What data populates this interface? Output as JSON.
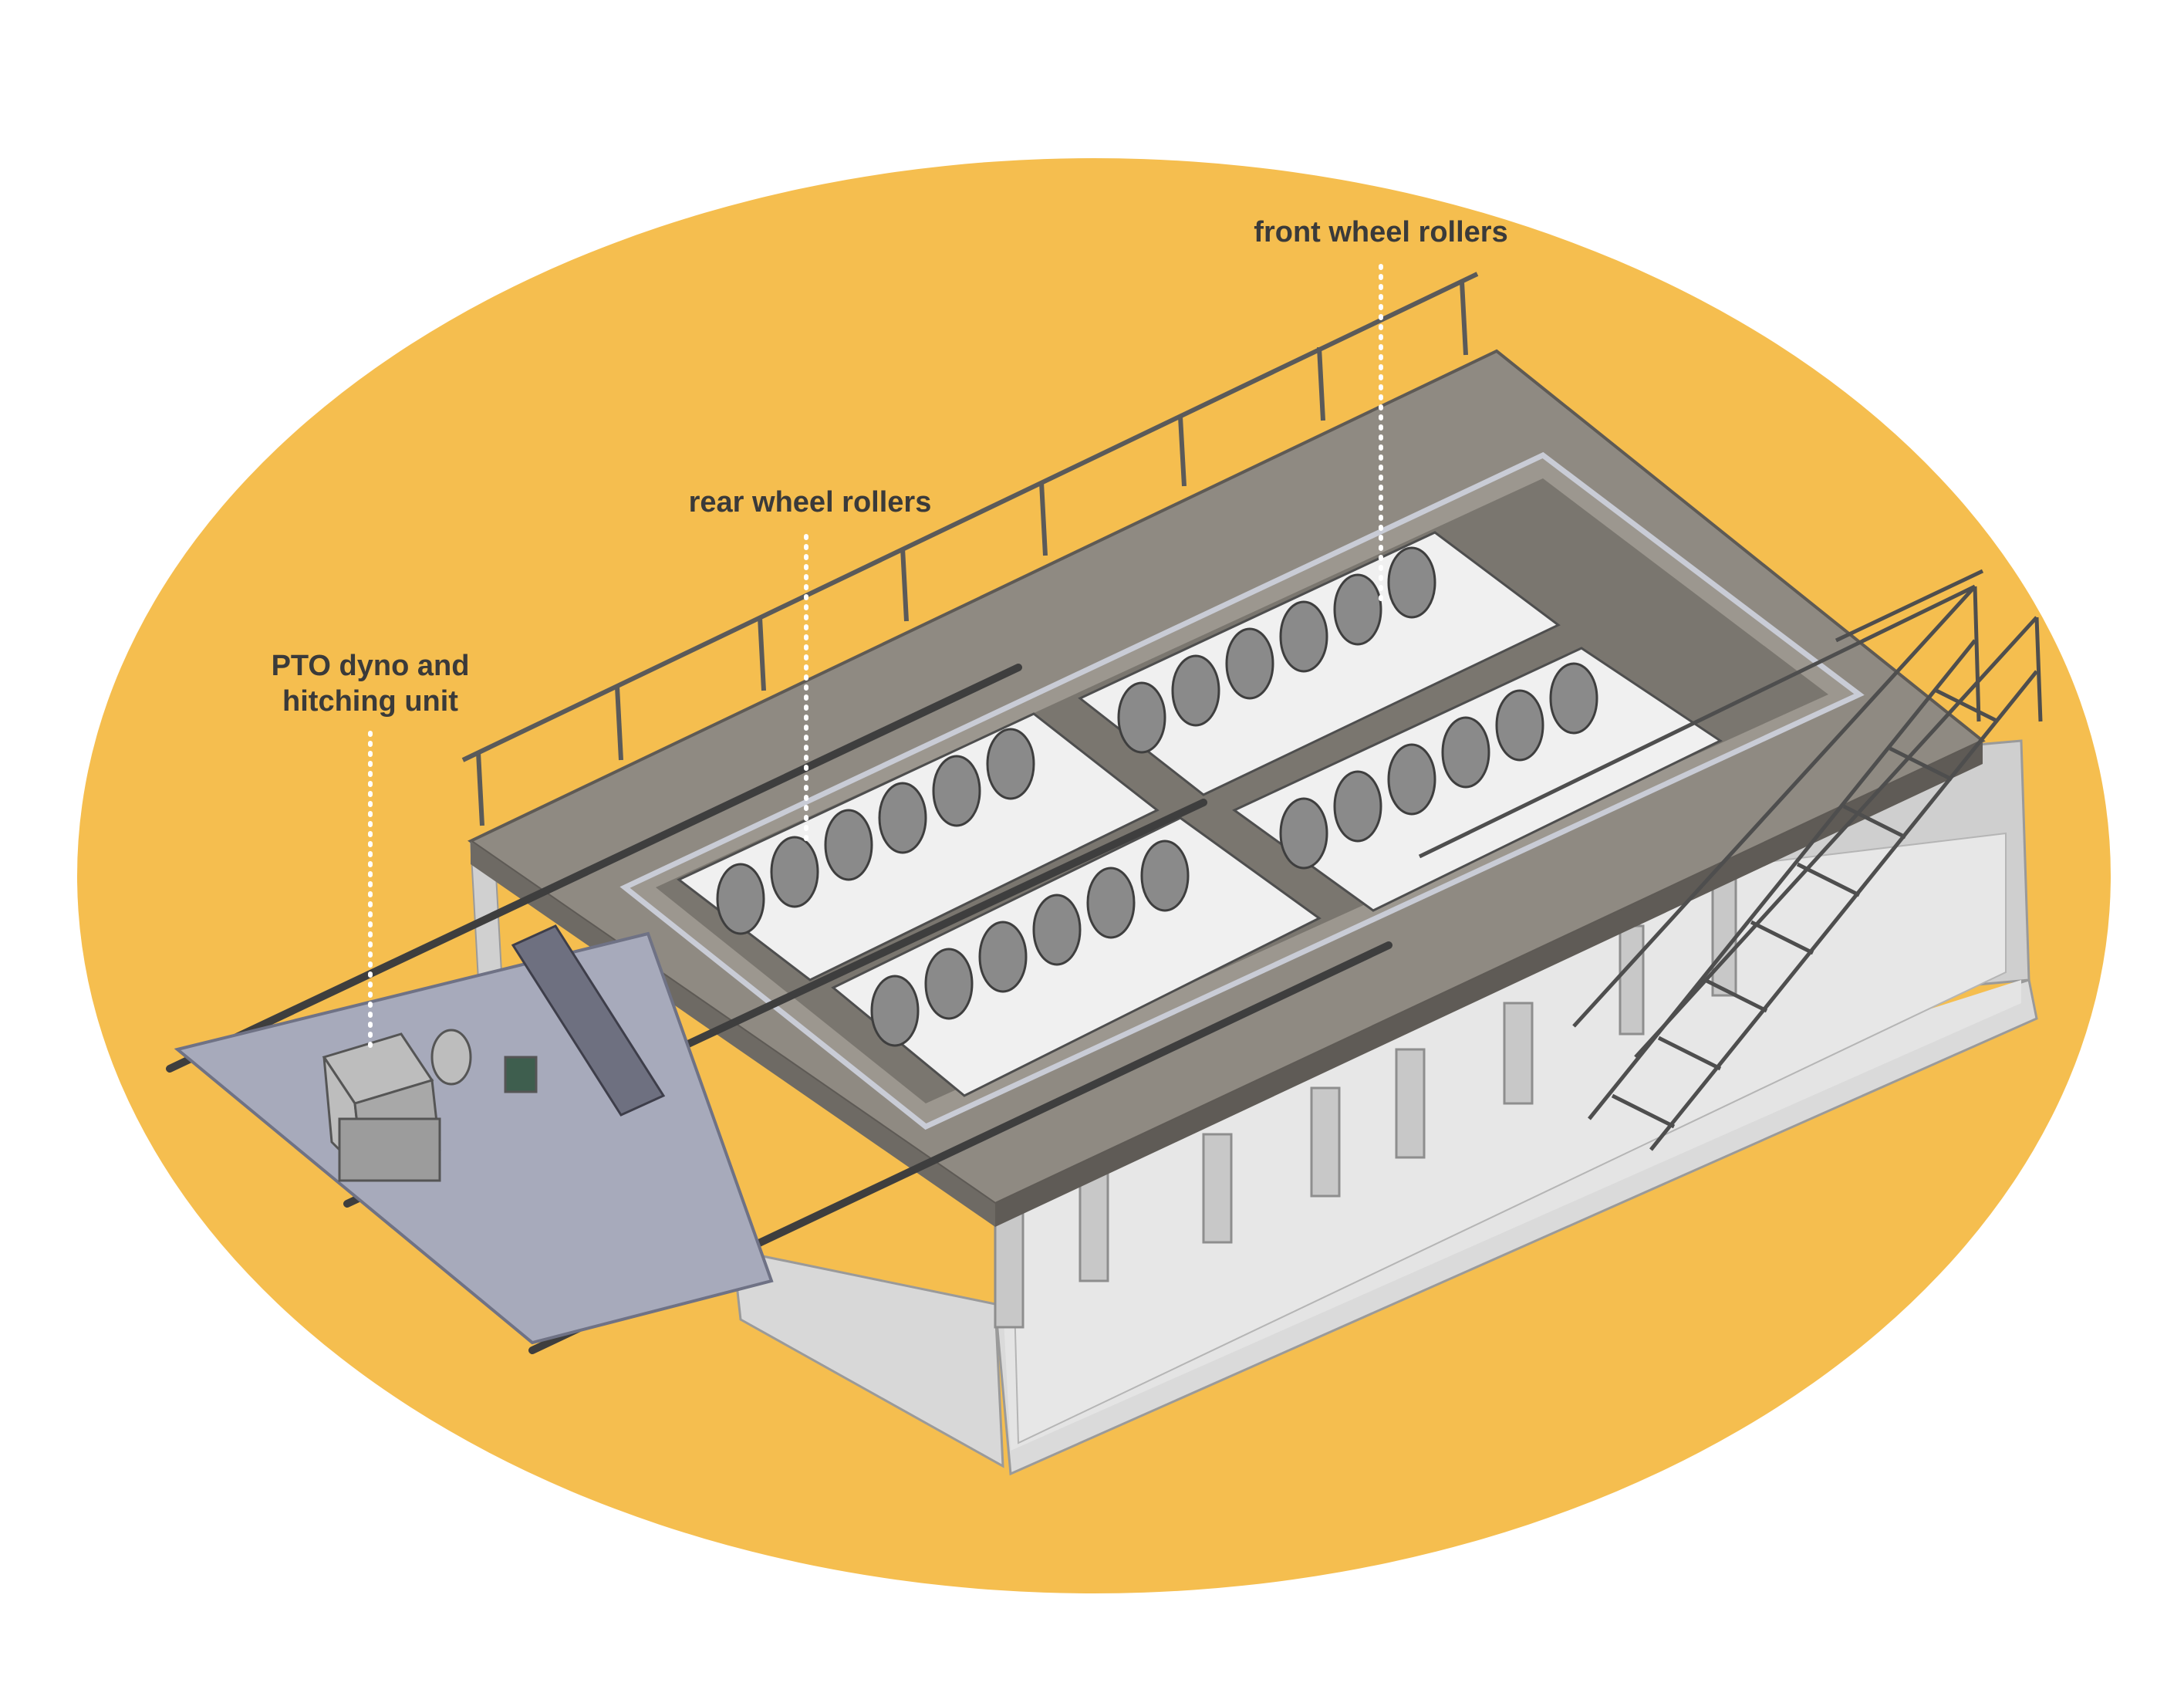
{
  "labels": {
    "front_wheel_rollers": "front wheel rollers",
    "rear_wheel_rollers": "rear wheel rollers",
    "pto_line1": "PTO dyno and",
    "pto_line2": "hitching unit"
  },
  "colors": {
    "background_ellipse": "#F5BE4F",
    "deck": "#8F8A82",
    "deck_dark": "#6E6A64",
    "pit_wall": "#D4D4D4",
    "pit_wall_dark": "#B9B9B9",
    "roller": "#8A8A8A",
    "roller_dark": "#5E5E5E",
    "plate": "#A7AABB",
    "rail": "#4A4A4A",
    "label_text": "#3A3A3A",
    "leader_dots": "#FFFFFF"
  }
}
